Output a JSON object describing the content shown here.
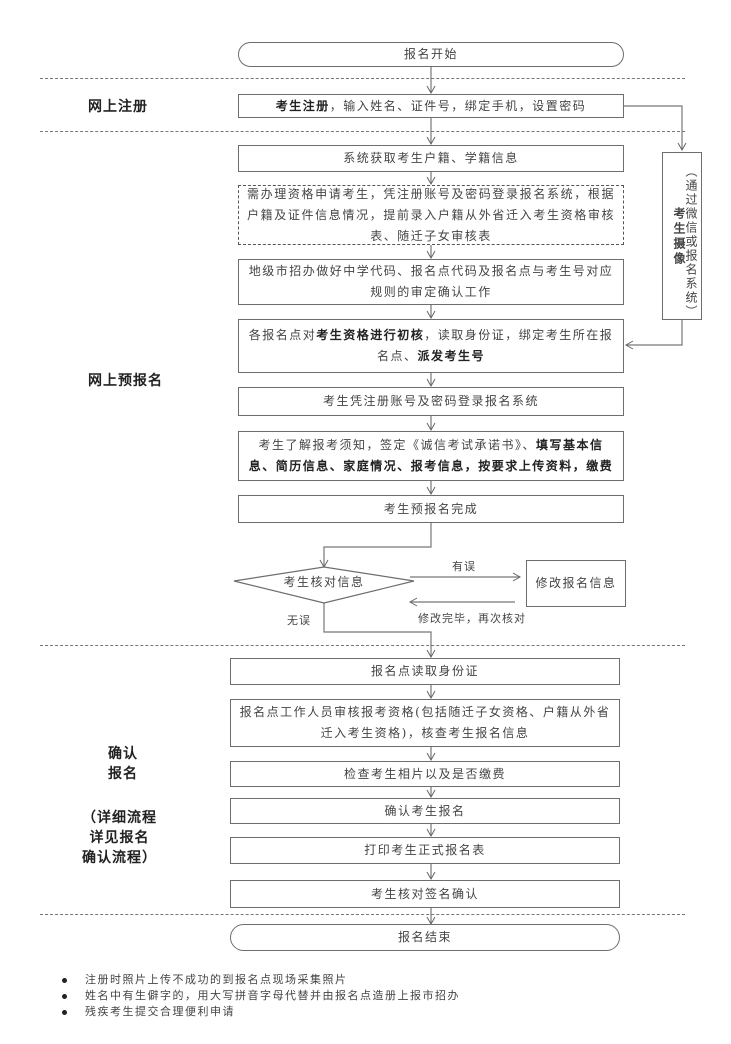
{
  "sections": {
    "online_registration": "网上注册",
    "online_pre_registration": "网上预报名",
    "confirm_registration": [
      "确认",
      "报名"
    ],
    "confirm_note": [
      "（详细流程",
      "详见报名",
      "确认流程）"
    ]
  },
  "nodes": {
    "start": "报名开始",
    "register_bold": "考生注册",
    "register_rest": "，输入姓名、证件号，绑定手机，设置密码",
    "get_info": "系统获取考生户籍、学籍信息",
    "qualification_apply": "需办理资格申请考生，凭注册账号及密码登录报名系统，根据户籍及证件信息情况，提前录入户籍从外省迁入考生资格审核表、随迁子女审核表",
    "city_office": "地级市招办做好中学代码、报名点代码及报名点与考生号对应规则的审定确认工作",
    "initial_check_pre": "各报名点对",
    "initial_check_bold": "考生资格进行初核",
    "initial_check_mid": "，读取身份证，绑定考生所在报名点、",
    "initial_check_bold2": "派发考生号",
    "login": "考生凭注册账号及密码登录报名系统",
    "fill_pre": "考生了解报考须知，签定《诚信考试承诺书》、",
    "fill_bold": "填写基本信息、简历信息、家庭情况、报考信息，按要求上传资料，缴费",
    "pre_complete": "考生预报名完成",
    "verify_decision": "考生核对信息",
    "modify_info": "修改报名信息",
    "read_id": "报名点读取身份证",
    "staff_review": "报名点工作人员审核报考资格(包括随迁子女资格、户籍从外省迁入考生资格)，核查考生报名信息",
    "check_photo": "检查考生相片以及是否缴费",
    "confirm": "确认考生报名",
    "print_form": "打印考生正式报名表",
    "sign_confirm": "考生核对签名确认",
    "end": "报名结束"
  },
  "side_box": {
    "bold": "考生摄像",
    "note": "（通过微信或报名系统）"
  },
  "edge_labels": {
    "has_error": "有误",
    "no_error": "无误",
    "recheck": "修改完毕，再次核对"
  },
  "notes": [
    "注册时照片上传不成功的到报名点现场采集照片",
    "姓名中有生僻字的，用大写拼音字母代替并由报名点造册上报市招办",
    "残疾考生提交合理便利申请"
  ]
}
